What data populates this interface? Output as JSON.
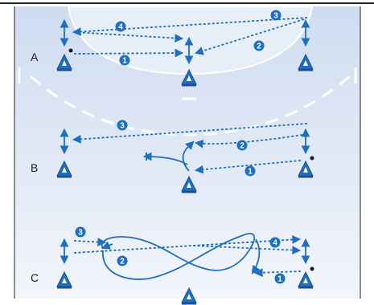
{
  "figure": {
    "rows": [
      {
        "label": "A",
        "steps": [
          "1",
          "2",
          "3",
          "4"
        ]
      },
      {
        "label": "B",
        "steps": [
          "1",
          "2",
          "3"
        ]
      },
      {
        "label": "C",
        "steps": [
          "1",
          "2",
          "3",
          "4"
        ]
      }
    ]
  },
  "colors": {
    "court_top": "#cfdcf0",
    "court_bottom": "#f2f5fb",
    "line_blue": "#1f6fc1",
    "marker_fill": "#1f6fc1",
    "marker_base": "#1b4f8f",
    "badge_fill": "#1f6fc1",
    "court_line": "#ffffff",
    "border": "#222222"
  }
}
